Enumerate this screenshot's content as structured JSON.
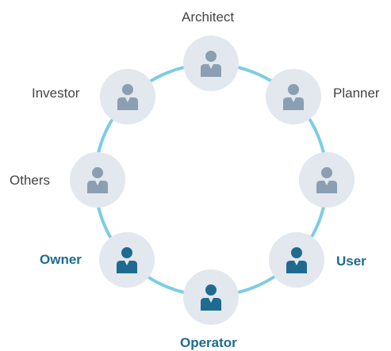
{
  "diagram": {
    "colors": {
      "ring": "#7dcde3",
      "node_bg": "#e3e7ee",
      "person_muted": "#8a9fb1",
      "person_strong": "#1f6b90",
      "label_muted": "#444444",
      "label_strong": "#1f6b90"
    },
    "nodes": [
      {
        "key": "architect",
        "label": "Architect",
        "highlight": false,
        "icon": "person-icon"
      },
      {
        "key": "planner",
        "label": "Planner",
        "highlight": false,
        "icon": "person-icon"
      },
      {
        "key": "right",
        "label": "",
        "highlight": false,
        "icon": "person-icon"
      },
      {
        "key": "user",
        "label": "User",
        "highlight": true,
        "icon": "person-icon"
      },
      {
        "key": "operator",
        "label": "Operator",
        "highlight": true,
        "icon": "person-icon"
      },
      {
        "key": "owner",
        "label": "Owner",
        "highlight": true,
        "icon": "person-icon"
      },
      {
        "key": "others",
        "label": "Others",
        "highlight": false,
        "icon": "person-icon"
      },
      {
        "key": "investor",
        "label": "Investor",
        "highlight": false,
        "icon": "person-icon"
      }
    ]
  }
}
